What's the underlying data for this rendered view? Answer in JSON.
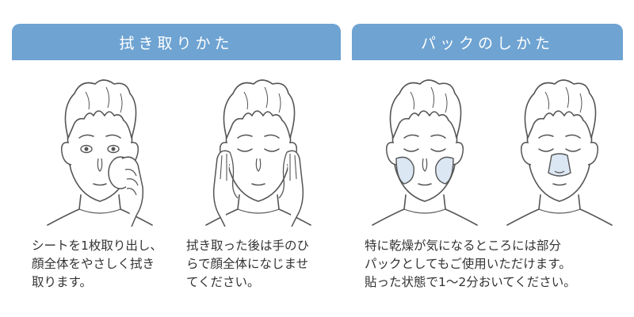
{
  "sections": [
    {
      "title": "拭き取りかた",
      "steps": [
        {
          "text": "シートを1枚取り出し、\n顔全体をやさしく拭き\n取ります。",
          "illustration": "face-wiping-with-sheet-icon"
        },
        {
          "text": "拭き取った後は手のひ\nらで顔全体になじませ\nてください。",
          "illustration": "face-palms-on-cheeks-icon"
        }
      ]
    },
    {
      "title": "パックのしかた",
      "text": "特に乾燥が気になるところには部分\nパックとしてもご使用いただけます。\n貼った状態で1～2分おいてください。",
      "steps": [
        {
          "illustration": "face-cheek-pack-icon"
        },
        {
          "illustration": "face-nose-pack-icon"
        }
      ]
    }
  ],
  "colors": {
    "header_bg": "#6ea3d2",
    "header_text": "#ffffff",
    "pack_fill": "#dce7f4",
    "line": "#555555",
    "body_text": "#333333"
  }
}
